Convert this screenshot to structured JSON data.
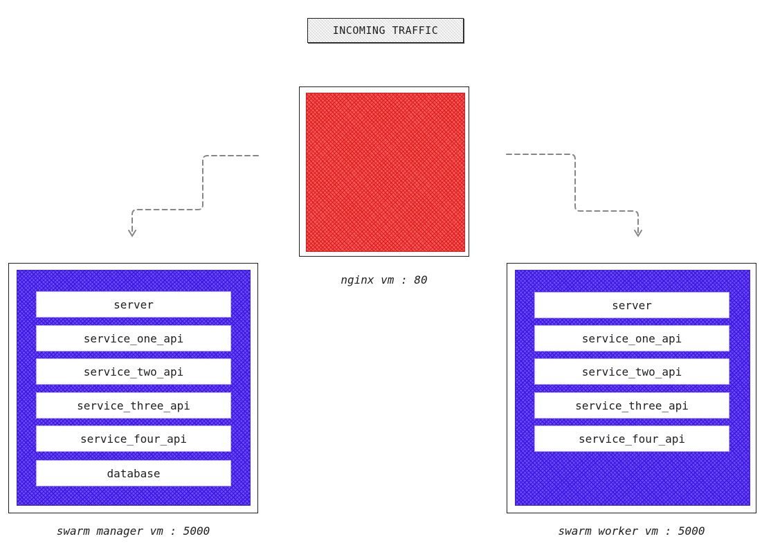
{
  "title": "INCOMING TRAFFIC",
  "nginx": {
    "label": "nginx vm : 80",
    "color": "#e53935"
  },
  "manager": {
    "label": "swarm manager vm : 5000",
    "color": "#4a1fe6",
    "services": [
      "server",
      "service_one_api",
      "service_two_api",
      "service_three_api",
      "service_four_api",
      "database"
    ]
  },
  "worker": {
    "label": "swarm worker vm : 5000",
    "color": "#4a1fe6",
    "services": [
      "server",
      "service_one_api",
      "service_two_api",
      "service_three_api",
      "service_four_api"
    ]
  }
}
